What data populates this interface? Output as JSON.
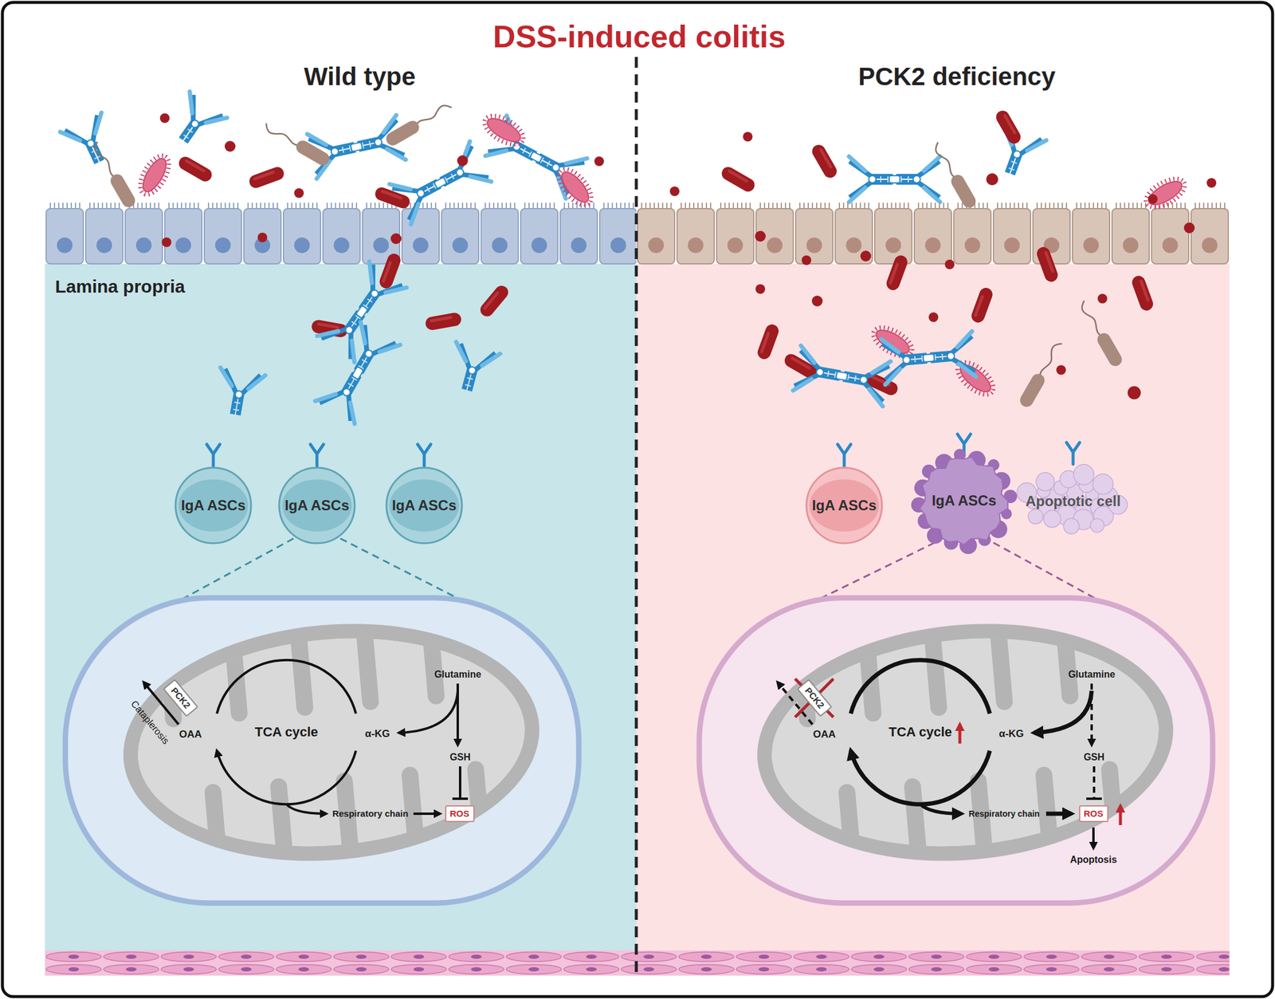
{
  "diagram": {
    "title": "DSS-induced colitis",
    "nodes": [
      {
        "text": [
          "Wild type"
        ]
      },
      {
        "text": [
          "Lamina propria"
        ],
        "in": 0
      },
      {
        "text": [
          "IgA ASCs"
        ],
        "in": 1
      },
      {
        "text": [
          "IgA ASCs"
        ],
        "in": 1
      },
      {
        "text": [
          "IgA ASCs"
        ],
        "in": 1
      },
      {
        "text": [
          "PCK2"
        ],
        "in": 1
      },
      {
        "text": [
          "ROS"
        ],
        "in": 1
      },
      {
        "text": [
          "PCK2 deficiency"
        ]
      },
      {
        "text": [
          "IgA ASCs"
        ],
        "in": 7
      },
      {
        "text": [
          "IgA ASCs"
        ],
        "in": 7
      },
      {
        "text": [
          "Apoptotic cell"
        ],
        "in": 7
      },
      {
        "text": [
          "PCK2"
        ],
        "in": 7
      },
      {
        "text": [
          "ROS"
        ],
        "in": 7
      }
    ],
    "labels": [
      "Cataplerosis",
      "OAA",
      "TCA cycle",
      "α-KG",
      "Glutamine",
      "GSH",
      "Respiratory chain",
      "OAA",
      "TCA cycle",
      "α-KG",
      "Glutamine",
      "GSH",
      "Respiratory chain",
      "Apoptosis"
    ]
  }
}
